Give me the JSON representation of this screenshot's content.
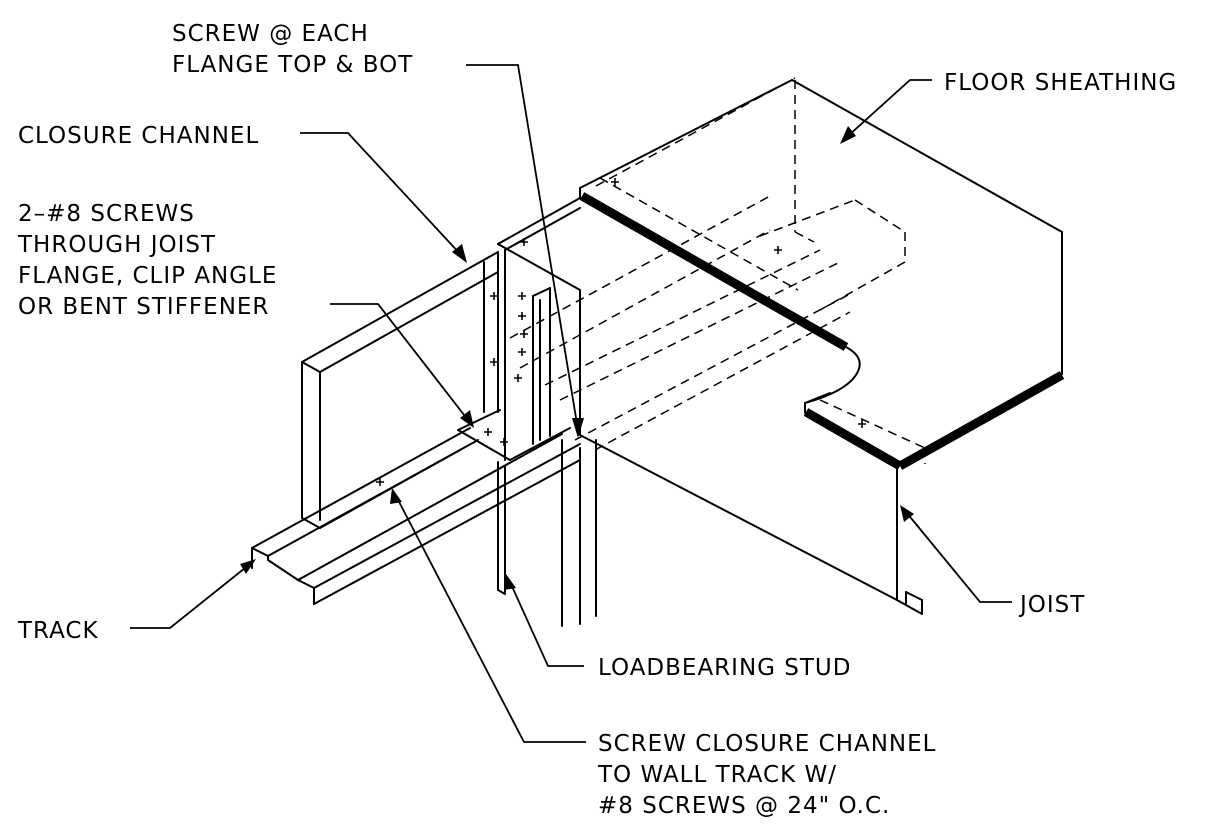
{
  "labels": {
    "screw_each_flange_1": "SCREW @ EACH",
    "screw_each_flange_2": "FLANGE TOP & BOT",
    "floor_sheathing": "FLOOR SHEATHING",
    "closure_channel": "CLOSURE CHANNEL",
    "screws_joist_1": "2–#8 SCREWS",
    "screws_joist_2": "THROUGH JOIST",
    "screws_joist_3": "FLANGE, CLIP ANGLE",
    "screws_joist_4": "OR BENT STIFFENER",
    "joist": "JOIST",
    "track": "TRACK",
    "loadbearing_stud": "LOADBEARING STUD",
    "screw_closure_1": "SCREW CLOSURE CHANNEL",
    "screw_closure_2": "TO WALL TRACK W/",
    "screw_closure_3": "#8 SCREWS @ 24\" O.C."
  }
}
